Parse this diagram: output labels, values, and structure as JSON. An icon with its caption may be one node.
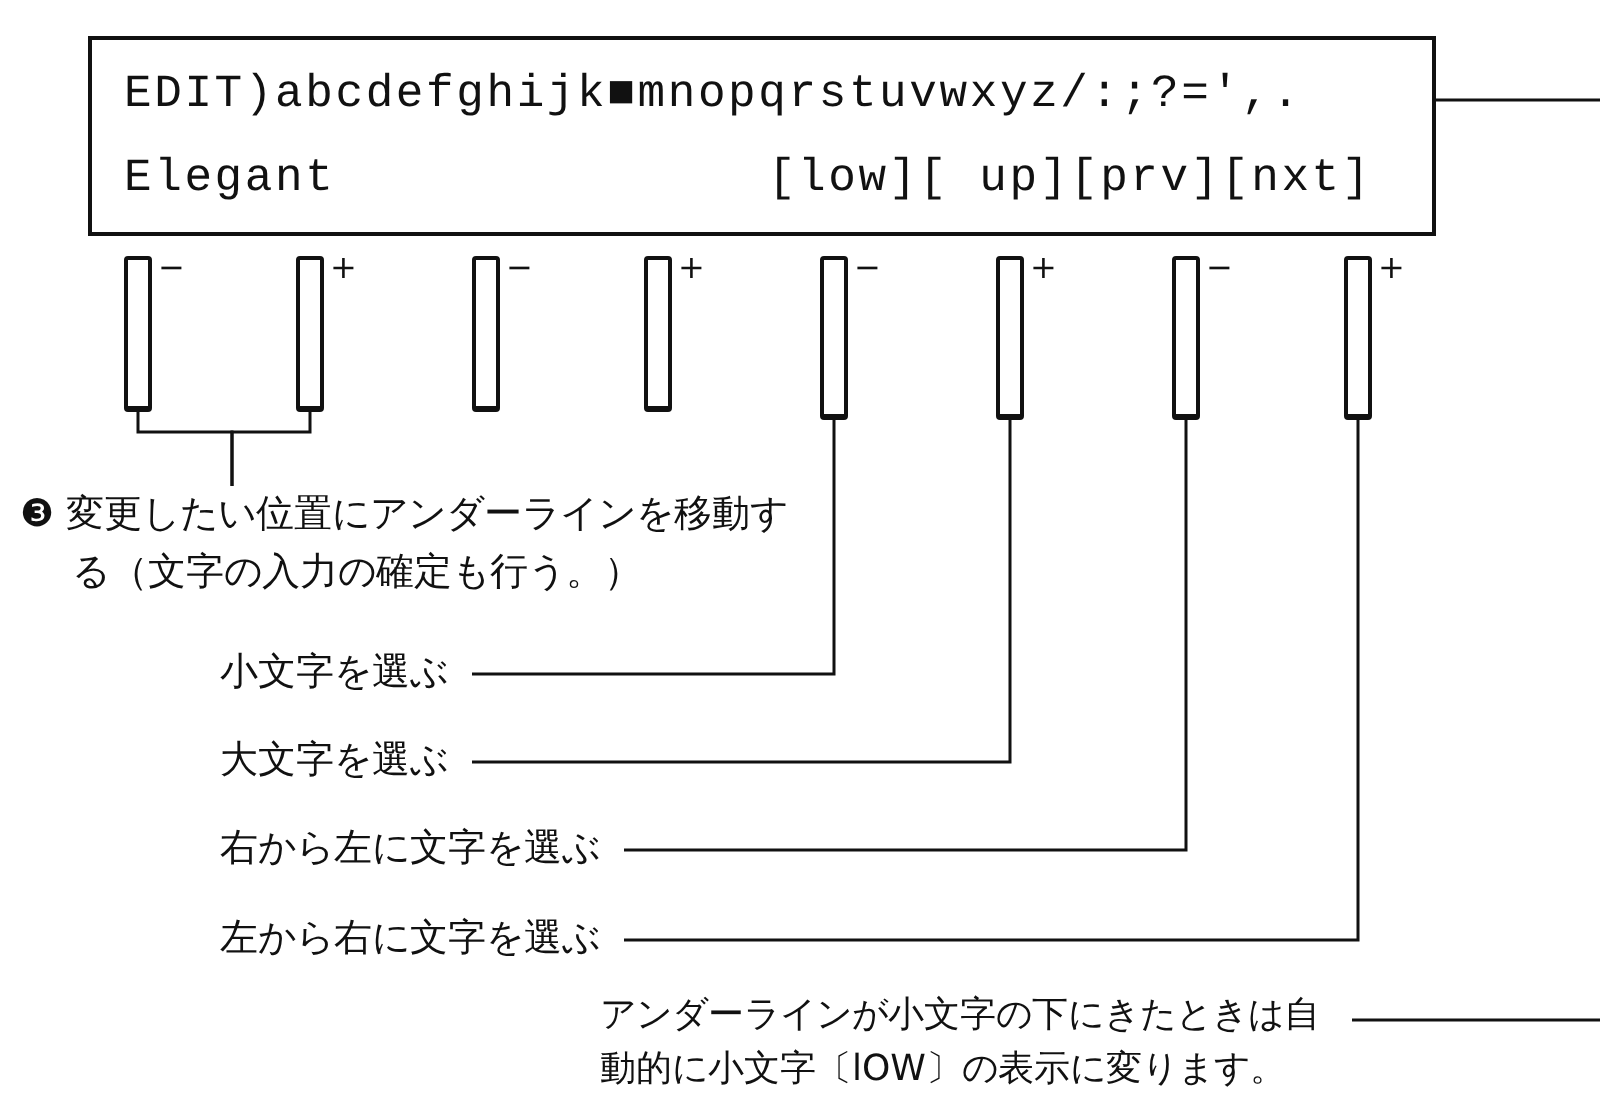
{
  "diagram": {
    "nodes": [
      {
        "text": [
          "EDIT)abcdefghijk■mnopqrstuvwxyz/:;?=',.",
          "Elegant",
          "[low][ up][prv][nxt]"
        ]
      },
      {
        "text": [],
        "shape": "bar",
        "beside": [
          "−"
        ]
      },
      {
        "text": [],
        "shape": "bar",
        "beside": [
          "+"
        ]
      },
      {
        "text": [],
        "shape": "bar",
        "beside": [
          "−"
        ]
      },
      {
        "text": [],
        "shape": "bar",
        "beside": [
          "+"
        ]
      },
      {
        "text": [],
        "shape": "bar",
        "beside": [
          "−"
        ]
      },
      {
        "text": [],
        "shape": "bar",
        "beside": [
          "+"
        ]
      },
      {
        "text": [],
        "shape": "bar",
        "beside": [
          "−"
        ]
      },
      {
        "text": [],
        "shape": "bar",
        "beside": [
          "+"
        ]
      },
      {
        "text": [
          "❸ 変更したい位置にアンダーラインを移動する（文字の入力の確定も行う。）"
        ]
      },
      {
        "text": [
          "小文字を選ぶ"
        ]
      },
      {
        "text": [
          "大文字を選ぶ"
        ]
      },
      {
        "text": [
          "右から左に文字を選ぶ"
        ]
      },
      {
        "text": [
          "左から右に文字を選ぶ"
        ]
      },
      {
        "text": [
          "アンダーラインが小文字の下にきたときは自動的に小文字〔lOW〕の表示に変ります。"
        ]
      }
    ],
    "edges": [
      {
        "from": 9,
        "to": 1,
        "arrow": "none"
      },
      {
        "from": 9,
        "to": 2,
        "arrow": "none"
      },
      {
        "from": 10,
        "to": 5,
        "arrow": "none"
      },
      {
        "from": 11,
        "to": 6,
        "arrow": "none"
      },
      {
        "from": 12,
        "to": 7,
        "arrow": "none"
      },
      {
        "from": 13,
        "to": 8,
        "arrow": "none"
      },
      {
        "from": 0,
        "to": null,
        "arrow": "none"
      },
      {
        "from": 14,
        "to": null,
        "arrow": "none"
      }
    ]
  }
}
